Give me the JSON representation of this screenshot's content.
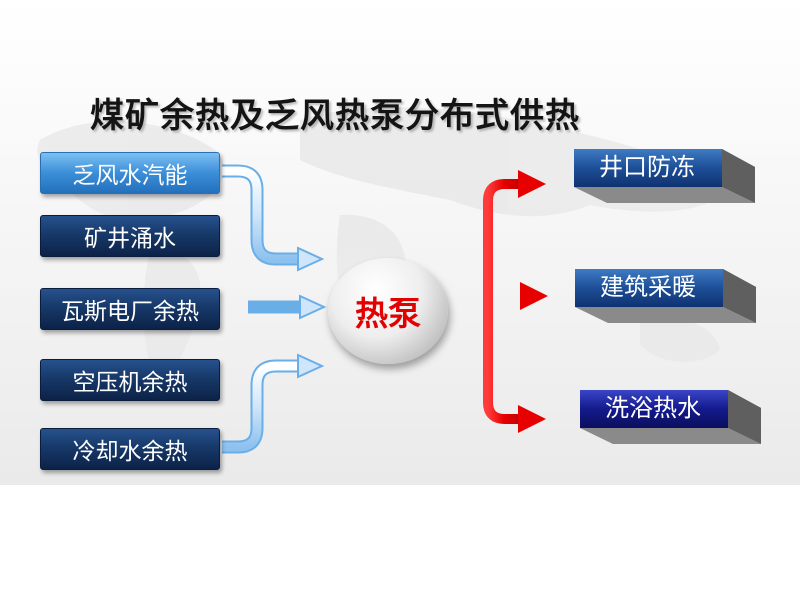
{
  "title": "煤矿余热及乏风热泵分布式供热",
  "sources": [
    {
      "label": "乏风水汽能"
    },
    {
      "label": "矿井涌水"
    },
    {
      "label": "瓦斯电厂余热"
    },
    {
      "label": "空压机余热"
    },
    {
      "label": "冷却水余热"
    }
  ],
  "pump_label": "热泵",
  "destinations": [
    {
      "label": "井口防冻"
    },
    {
      "label": "建筑采暖"
    },
    {
      "label": "洗浴热水"
    }
  ],
  "colors": {
    "source_dark": "#173969",
    "source_light": "#3b8ed8",
    "pump_text": "#e30000",
    "red_arrow": "#e60000",
    "dest_blue": "#1d4f97",
    "dest_navy": "#141a8c"
  }
}
